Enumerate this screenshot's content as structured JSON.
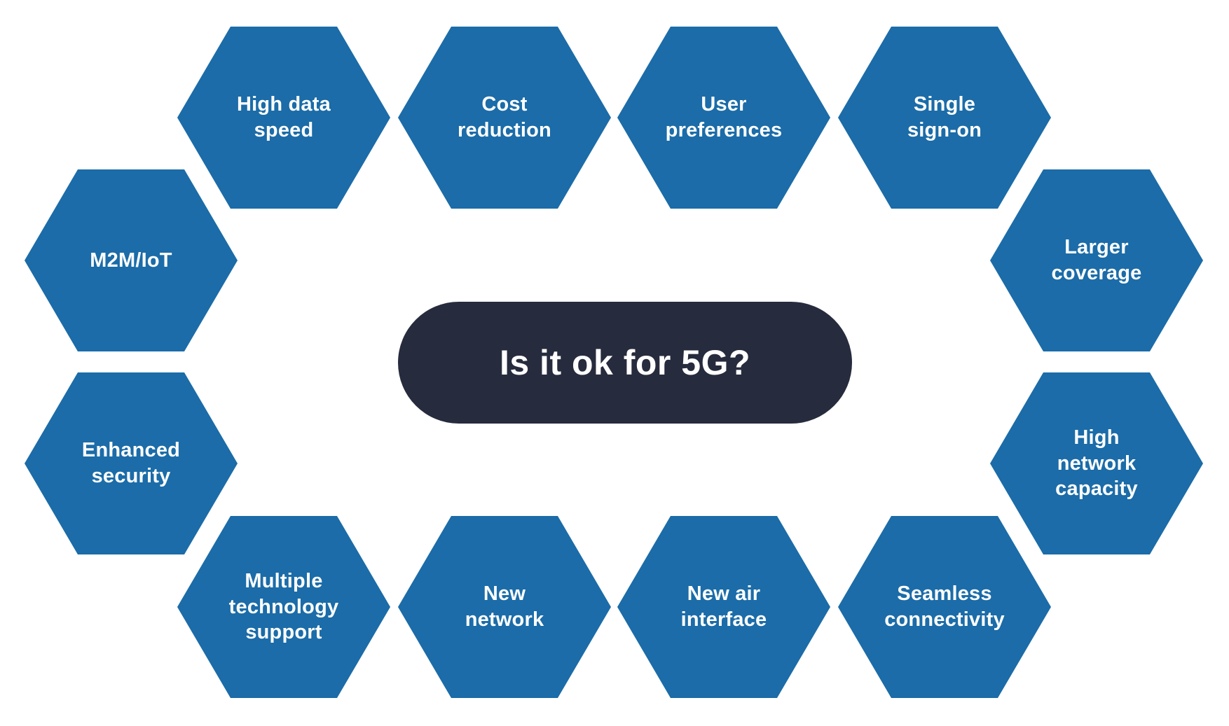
{
  "center": {
    "label": "Is it ok for 5G?"
  },
  "hexagons": [
    {
      "id": "high-data-speed",
      "label": "High data\nspeed"
    },
    {
      "id": "cost-reduction",
      "label": "Cost\nreduction"
    },
    {
      "id": "user-preferences",
      "label": "User\npreferences"
    },
    {
      "id": "single-sign-on",
      "label": "Single\nsign-on"
    },
    {
      "id": "larger-coverage",
      "label": "Larger\ncoverage"
    },
    {
      "id": "high-network-capacity",
      "label": "High\nnetwork\ncapacity"
    },
    {
      "id": "seamless-connectivity",
      "label": "Seamless\nconnectivity"
    },
    {
      "id": "new-air-interface",
      "label": "New air\ninterface"
    },
    {
      "id": "new-network",
      "label": "New\nnetwork"
    },
    {
      "id": "multiple-technology-support",
      "label": "Multiple\ntechnology\nsupport"
    },
    {
      "id": "enhanced-security",
      "label": "Enhanced\nsecurity"
    },
    {
      "id": "m2m-iot",
      "label": "M2M/IoT"
    }
  ],
  "colors": {
    "hexagon_fill": "#1b6ca8",
    "center_pill_fill": "#262b3d",
    "label_text": "#ffffff",
    "background": "#ffffff"
  }
}
